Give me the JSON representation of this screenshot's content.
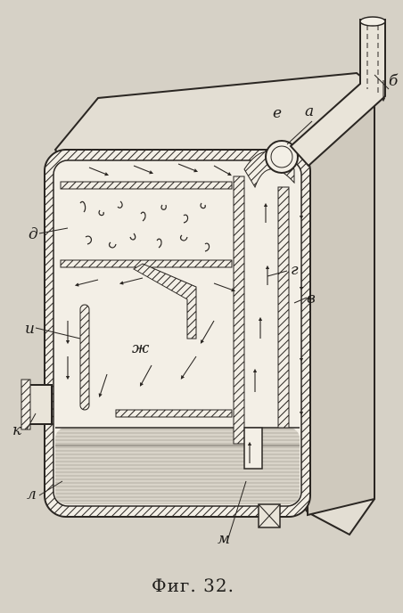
{
  "figure": {
    "labels": {
      "a": "а",
      "b": "б",
      "v": "в",
      "g": "г",
      "d": "д",
      "e": "е",
      "zh": "ж",
      "i": "и",
      "k": "к",
      "l": "л",
      "m": "м"
    },
    "caption": "Фиг. 32."
  }
}
